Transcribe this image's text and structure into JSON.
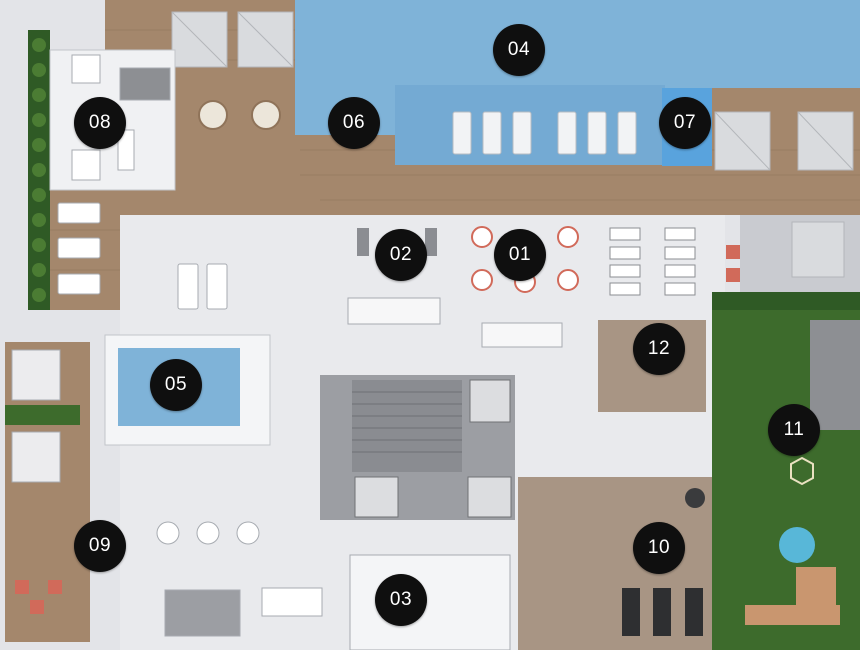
{
  "colors": {
    "floor": "#e6e7ea",
    "wall": "#cfd1d5",
    "deck": "#a4876c",
    "pool": "#7fb3d8",
    "lawn": "#3d6b2c",
    "hedge": "#2f5a25",
    "marker": "#0f0f0f",
    "marker_text": "#ffffff",
    "stone": "#a89584"
  },
  "markers": [
    {
      "id": "01",
      "label": "01"
    },
    {
      "id": "02",
      "label": "02"
    },
    {
      "id": "03",
      "label": "03"
    },
    {
      "id": "04",
      "label": "04"
    },
    {
      "id": "05",
      "label": "05"
    },
    {
      "id": "06",
      "label": "06"
    },
    {
      "id": "07",
      "label": "07"
    },
    {
      "id": "08",
      "label": "08"
    },
    {
      "id": "09",
      "label": "09"
    },
    {
      "id": "10",
      "label": "10"
    },
    {
      "id": "11",
      "label": "11"
    },
    {
      "id": "12",
      "label": "12"
    }
  ]
}
